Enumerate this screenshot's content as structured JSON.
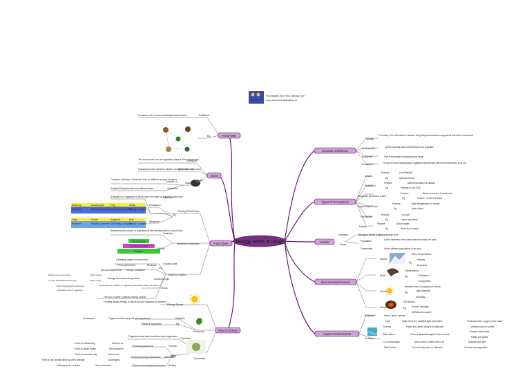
{
  "logo": {
    "line1": "The Straight Line in Your Learning Cure",
    "line2": "www.LearningPointsMindMaps.co"
  },
  "central": {
    "label": "Biology Notes: Ecology"
  },
  "branches": {
    "food_web": "Food Web",
    "niche": "Niche",
    "food_chain": "Food Chain",
    "flow_of_energy": "Flow of Energy",
    "important_definitions": "Important Definitions",
    "types_of_ecosystems": "Types of Ecosystems",
    "habitat": "Habitat",
    "environmental_factors": "Environmental Factors",
    "aquatic_environments": "Aquatic Environments"
  },
  "food_web": {
    "definition_label": "Definition",
    "definition_text": "Consists of 2 or more interlinked food chains",
    "eg_label": "Eg"
  },
  "niche": {
    "definition_label": "Definition",
    "definition_text": "The functional role an organism plays in the community",
    "more_label": "More than 1 in ...",
    "more_text": "Organisms with common niches compete with each other",
    "example_label": "Example",
    "ground_label": "Ground Lv",
    "ground_text": "Thrushes, sunflower, & blackbird feed on different sources of insects",
    "seashore_label": "Seashore",
    "seashore_text": "Goldfish/Tilsa/periwinkle feed different sizes"
  },
  "food_chain": {
    "grazing_label": "Grazing Food Chain",
    "grazing_def_label": "Definition",
    "grazing_def_text": "A sequence of organisms in which each one feeds on the next in the chain",
    "grassland_label": "Grassland",
    "eg_label": "Eg",
    "seashore_label": "Seashore",
    "grassland_row1": [
      "Buttercup",
      "Grasshopper",
      "Frog",
      "Snake"
    ],
    "grassland_row2": [
      "Producer",
      "Primary Consumer",
      "Secondary Consumer",
      "Tertiary Consumer"
    ],
    "seashore_row1": [
      "Algae",
      "Limpet",
      "Dogwhelk",
      "Seal"
    ],
    "seashore_row2": [
      "Producer",
      "Primary Consumer",
      "Secondary Consumer",
      "Tertiary Consumer"
    ],
    "pyramid_label": "Pyramid of Numbers",
    "pyramid_def_label": "Definition",
    "pyramid_def_text": "Represents the number of organisms at each feeding level in a food chain",
    "pyramid_levels": [
      "Top Consumer",
      "Primary Consumer",
      "Producer"
    ],
    "levels_label": "Levels",
    "levels_lengths_label": "Levels & Lengths",
    "trophic_label": "Trophic Level",
    "trophic_text": "A feeding stage in a food chain",
    "first_trophic": "First trophic level",
    "producer_label": "Producer",
    "eg2_label": "Eg",
    "second_trophic": "Second trophic level",
    "primary_consumer": "Primary Consumer",
    "limited_length_label": "Limited Length",
    "energy_loss_label": "Energy decreases along chain",
    "passed_on": "Passed on to next level",
    "passed_pct": "10% energy",
    "lost_heat": "Lost as heat/waste/chemicals",
    "lost_pct": "90% energy",
    "trends_label": "Trends",
    "trend1": "High energy/lower start level",
    "trend2": "Increasing size of organism",
    "trend_text": "Generally the number of organisms decreases along the chain"
  },
  "flow_of_energy": {
    "primary_source_label": "Primary Source",
    "primary_source_line1": "The sun is earth's primary energy source",
    "primary_source_line2": "Feeding allows energy to flow from one organism to another",
    "producers_label": "Producers",
    "prod_def_label": "Definition",
    "prod_def_text": "Organisms that carry out photosynthesis",
    "prod_eg_label": "Eg",
    "prod_eg_text": "Plants & seaweeds",
    "autotrophs": "Autotrophs",
    "consumers_label": "Consumers",
    "cons_def_label": "Definition",
    "cons_def_text": "Organisms that take food from other organisms",
    "types_label": "Types",
    "primary_label": "Primary",
    "primary_text": "Feed on producers",
    "herbivores": "Herbivores",
    "herb_eg": "Feed on plants only",
    "decomposers": "Decomposers",
    "decomp_eg": "Feed on dead matter",
    "secondary_label": "Secondary",
    "secondary_text": "Feed on primary consumers",
    "carnivores": "Carnivores",
    "carn_eg": "Feed on animals only",
    "scavengers": "Scavengers",
    "scav_eg": "Feed on an animal killed by other animals",
    "tertiary_label": "Tertiary",
    "tertiary_text": "Feed on secondary consumers",
    "top_consumers": "Top consumers",
    "top_eg": "Nothing feeds on them"
  },
  "important_definitions": {
    "biology_label": "Biology",
    "biology_text": "The study of the interactions between living things and between organisms and their environment",
    "environment_label": "Environment",
    "environment_text": "All the external factors that influence an organism",
    "biosphere_label": "Biosphere",
    "biosphere_text": "Part of the planet containing living things",
    "ecosystem_label": "Ecosystem",
    "ecosystem_text": "Group of clearly distinguished organisms that interact with their environment as a unit"
  },
  "types_of_ecosystems": {
    "desert": "Desert",
    "desert_feature_label": "Feature",
    "desert_feature": "Low Rainfall",
    "desert_eg_label": "Eg",
    "desert_eg": "Sahara Desert",
    "grassland": "Grassland",
    "grass_feature_label": "Feature",
    "grass_feature": "Mild temperature & rainfall",
    "grass_eg_label": "Eg",
    "grass_eg": "Prairies in the USA",
    "temperate": "Temperate Deciduous Forest",
    "temp_feature_label": "Feature",
    "temp_feature": "Warm summers & much rain",
    "temp_eg_label": "Eg",
    "temp_eg": "Ireland - most of Europe",
    "tropical": "Tropical Rain Forest",
    "trop_feature_label": "Feature",
    "trop_feature": "High temperature & rainfall",
    "trop_eg_label": "Eg",
    "trop_eg": "West Africa",
    "freshwater": "Freshwater",
    "fresh_feature_label": "Feature",
    "fresh_feature": "No salt",
    "fresh_eg_label": "Eg",
    "fresh_eg": "Lakes and rivers",
    "marine": "Marine",
    "marine_feature_label": "Feature",
    "marine_feature": "Salt in water",
    "marine_eg_label": "Eg",
    "marine_eg": "Seas and oceans"
  },
  "habitat": {
    "definition_label": "Definition",
    "definition_text": "The place where a plant or animal lives",
    "terms_label": "Terms",
    "population_label": "Population",
    "population_text": "All the members of the same species living in an area",
    "community_label": "Community",
    "community_text": "All the different populations in an area"
  },
  "environmental_factors": {
    "abiotic_label": "Abiotic",
    "abiotic_text": "Non Living Factors",
    "abiotic_eg_label": "Eg",
    "altitude": "Altitude",
    "exposure": "Exposure",
    "biotic_label": "Biotic",
    "biotic_text": "Living factors",
    "biotic_eg_label": "Eg",
    "predation": "Predation",
    "competition": "Competition",
    "climatic_label": "Climatic",
    "climatic_text": "Weather over a long period of time",
    "climatic_eg_label": "Eg",
    "light_intensity": "Light intensity",
    "humidity": "Humidity",
    "edaphic_label": "Edaphic",
    "edaphic_text": "Soil factors",
    "edaphic_eg_label": "Eg",
    "soil_ph": "Soil pH and type",
    "air_content": "Air/Mineral content"
  },
  "aquatic_environments": {
    "examples_label": "Examples",
    "examples_text": "Rivers, lakes, oceans",
    "problems_label": "Problems",
    "light_label": "Light",
    "light_text": "Water limits the available light penetration",
    "light_sol": "Photosynthesis, oxygen under water",
    "currents_label": "Currents",
    "currents_text": "Plants are carried away if not attached",
    "currents_sol": "Animals move in current",
    "wave_label": "Wave Action",
    "wave_text": "Cause physical damage & cuts currents",
    "wave_sol1": "Animals have shells",
    "wave_sol2": "Plants are flexible",
    "o2_label": "O2 Concentration",
    "o2_text": "Much lower in water than in air",
    "o2_sol": "Animals have gills",
    "salt_label": "Salt Content",
    "salt_text": "Can be Freshwater or Saltwater",
    "salt_sol": "Controls osmoregulation"
  },
  "colors": {
    "central_fill": "#7a2f86",
    "central_text": "#ffffff",
    "branch_fill": "#cfa3d6",
    "branch_stroke": "#6b1a73",
    "leaf_line": "#555555",
    "red_text": "#cc2222",
    "pyramid_top": "#3cc63c",
    "pyramid_mid": "#d43fc7",
    "pyramid_bottom": "#3cc63c",
    "chain_header": "#ffeb3b",
    "chain_body_grass": "#4a6cd4",
    "chain_body_sea": "#6fa5e8"
  }
}
